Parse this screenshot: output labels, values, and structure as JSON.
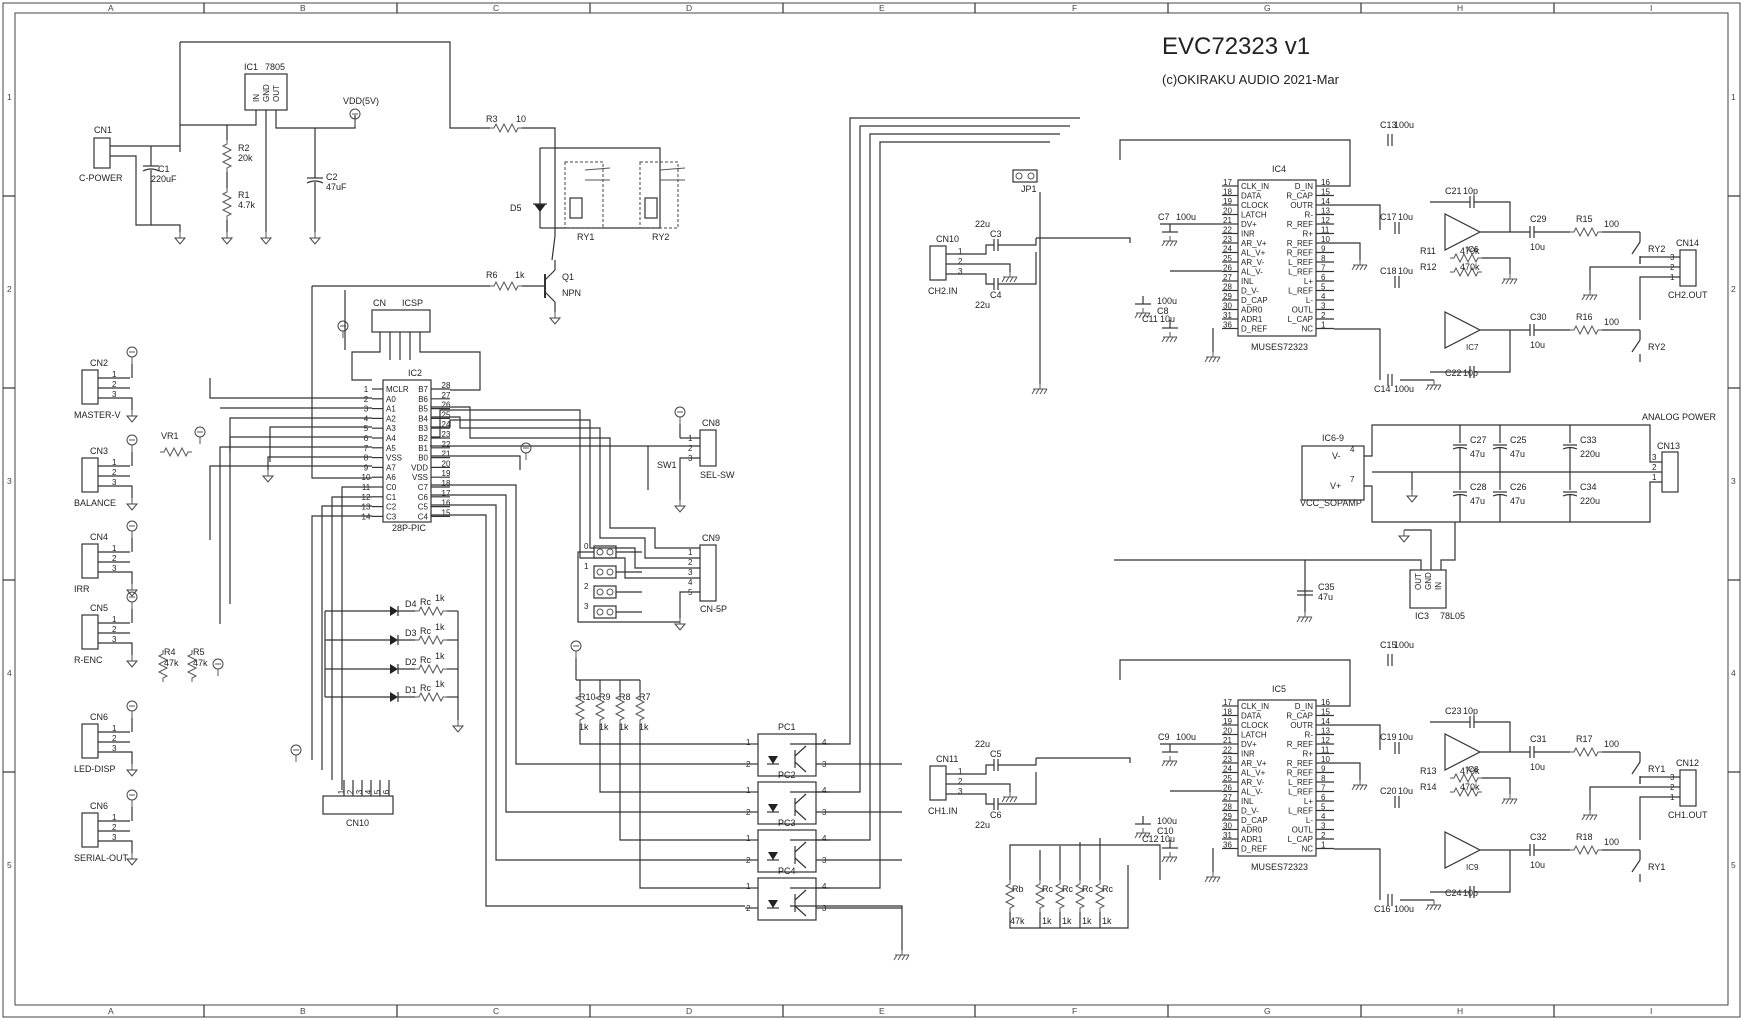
{
  "title": {
    "main": "EVC72323 v1",
    "sub": "(c)OKIRAKU AUDIO 2021-Mar"
  },
  "frame": {
    "cols": [
      "A",
      "B",
      "C",
      "D",
      "E",
      "F",
      "G",
      "H",
      "I"
    ],
    "rows": [
      "1",
      "2",
      "3",
      "4",
      "5"
    ]
  },
  "power": {
    "ic1_ref": "IC1",
    "ic1_val": "7805",
    "ic1_pins": [
      "IN",
      "GND",
      "OUT"
    ],
    "vdd_label": "VDD(5V)",
    "cn1_ref": "CN1",
    "cn1_name": "C-POWER",
    "c1_ref": "C1",
    "c1_val": "220uF",
    "c2_ref": "C2",
    "c2_val": "47uF",
    "r2_ref": "R2",
    "r2_val": "20k",
    "r1_ref": "R1",
    "r1_val": "4.7k",
    "r3_ref": "R3",
    "r3_val": "10"
  },
  "relay_driver": {
    "d5": "D5",
    "ry1": "RY1",
    "ry2": "RY2",
    "r6_ref": "R6",
    "r6_val": "1k",
    "q1_ref": "Q1",
    "q1_val": "NPN"
  },
  "mcu": {
    "icsp_cn": "CN",
    "icsp": "ICSP",
    "ref": "IC2",
    "package": "28P-PIC",
    "left_pins": [
      {
        "num": "1",
        "name": "MCLR"
      },
      {
        "num": "2",
        "name": "A0"
      },
      {
        "num": "3",
        "name": "A1"
      },
      {
        "num": "4",
        "name": "A2"
      },
      {
        "num": "5",
        "name": "A3"
      },
      {
        "num": "6",
        "name": "A4"
      },
      {
        "num": "7",
        "name": "A5"
      },
      {
        "num": "8",
        "name": "VSS"
      },
      {
        "num": "9",
        "name": "A7"
      },
      {
        "num": "10",
        "name": "A6"
      },
      {
        "num": "11",
        "name": "C0"
      },
      {
        "num": "12",
        "name": "C1"
      },
      {
        "num": "13",
        "name": "C2"
      },
      {
        "num": "14",
        "name": "C3"
      }
    ],
    "right_pins": [
      {
        "num": "28",
        "name": "B7"
      },
      {
        "num": "27",
        "name": "B6"
      },
      {
        "num": "26",
        "name": "B5"
      },
      {
        "num": "25",
        "name": "B4"
      },
      {
        "num": "24",
        "name": "B3"
      },
      {
        "num": "23",
        "name": "B2"
      },
      {
        "num": "22",
        "name": "B1"
      },
      {
        "num": "21",
        "name": "B0"
      },
      {
        "num": "20",
        "name": "VDD"
      },
      {
        "num": "19",
        "name": "VSS"
      },
      {
        "num": "18",
        "name": "C7"
      },
      {
        "num": "17",
        "name": "C6"
      },
      {
        "num": "16",
        "name": "C5"
      },
      {
        "num": "15",
        "name": "C4"
      }
    ]
  },
  "connectors_left": [
    {
      "ref": "CN2",
      "name": "MASTER-V",
      "pins": [
        "1",
        "2",
        "3"
      ]
    },
    {
      "ref": "CN3",
      "name": "BALANCE",
      "pins": [
        "1",
        "2",
        "3"
      ]
    },
    {
      "ref": "CN4",
      "name": "IRR",
      "pins": [
        "1",
        "2",
        "3"
      ]
    },
    {
      "ref": "CN5",
      "name": "R-ENC",
      "pins": [
        "1",
        "2",
        "3"
      ]
    },
    {
      "ref": "CN6",
      "name": "LED-DISP",
      "pins": [
        "1",
        "2",
        "3"
      ]
    },
    {
      "ref": "CN6",
      "name": "SERIAL-OUT",
      "pins": [
        "1",
        "2",
        "3"
      ]
    }
  ],
  "misc_left": {
    "vr1": "VR1",
    "r4_ref": "R4",
    "r4_val": "47k",
    "r5_ref": "R5",
    "r5_val": "47k",
    "cn10_ref": "CN10",
    "cn10_pins": [
      "1",
      "2",
      "3",
      "4",
      "5",
      "6"
    ]
  },
  "leds": [
    {
      "ref": "D4",
      "r": "Rc",
      "v": "1k"
    },
    {
      "ref": "D3",
      "r": "Rc",
      "v": "1k"
    },
    {
      "ref": "D2",
      "r": "Rc",
      "v": "1k"
    },
    {
      "ref": "D1",
      "r": "Rc",
      "v": "1k"
    }
  ],
  "selector": {
    "cn8_ref": "CN8",
    "cn8_name": "SEL-SW",
    "cn8_pins": [
      "1",
      "2",
      "3"
    ],
    "sw1": "SW1",
    "cn9_ref": "CN9",
    "cn9_name": "CN-5P",
    "cn9_pins": [
      "1",
      "2",
      "3",
      "4",
      "5"
    ],
    "jumpers": [
      "0",
      "1",
      "2",
      "3"
    ]
  },
  "optos": {
    "pull_ups": [
      {
        "ref": "R10",
        "val": "1k"
      },
      {
        "ref": "R9",
        "val": "1k"
      },
      {
        "ref": "R8",
        "val": "1k"
      },
      {
        "ref": "R7",
        "val": "1k"
      }
    ],
    "parts": [
      "PC1",
      "PC2",
      "PC3",
      "PC4"
    ],
    "pin_l": [
      "1",
      "2"
    ],
    "pin_r": [
      "4",
      "3"
    ]
  },
  "bottom_res": {
    "rb_ref": "Rb",
    "rb_val": "47k",
    "rc": [
      {
        "ref": "Rc",
        "val": "1k"
      },
      {
        "ref": "Rc",
        "val": "1k"
      },
      {
        "ref": "Rc",
        "val": "1k"
      },
      {
        "ref": "Rc",
        "val": "1k"
      }
    ]
  },
  "jp1": "JP1",
  "muses": {
    "name": "MUSES72323",
    "left_pins": [
      {
        "num": "17",
        "name": "CLK_IN"
      },
      {
        "num": "18",
        "name": "DATA"
      },
      {
        "num": "19",
        "name": "CLOCK"
      },
      {
        "num": "20",
        "name": "LATCH"
      },
      {
        "num": "21",
        "name": "DV+"
      },
      {
        "num": "22",
        "name": "INR"
      },
      {
        "num": "23",
        "name": "AR_V+"
      },
      {
        "num": "24",
        "name": "AL_V+"
      },
      {
        "num": "25",
        "name": "AR_V-"
      },
      {
        "num": "26",
        "name": "AL_V-"
      },
      {
        "num": "27",
        "name": "INL"
      },
      {
        "num": "28",
        "name": "D_V-"
      },
      {
        "num": "29",
        "name": "D_CAP"
      },
      {
        "num": "30",
        "name": "ADR0"
      },
      {
        "num": "31",
        "name": "ADR1"
      },
      {
        "num": "36",
        "name": "D_REF"
      }
    ],
    "right_pins": [
      {
        "num": "16",
        "name": "D_IN"
      },
      {
        "num": "15",
        "name": "R_CAP"
      },
      {
        "num": "14",
        "name": "OUTR"
      },
      {
        "num": "13",
        "name": "R-"
      },
      {
        "num": "12",
        "name": "R_REF"
      },
      {
        "num": "11",
        "name": "R+"
      },
      {
        "num": "10",
        "name": "R_REF"
      },
      {
        "num": "9",
        "name": "R_REF"
      },
      {
        "num": "8",
        "name": "L_REF"
      },
      {
        "num": "7",
        "name": "L_REF"
      },
      {
        "num": "6",
        "name": "L+"
      },
      {
        "num": "5",
        "name": "L_REF"
      },
      {
        "num": "4",
        "name": "L-"
      },
      {
        "num": "3",
        "name": "OUTL"
      },
      {
        "num": "2",
        "name": "L_CAP"
      },
      {
        "num": "1",
        "name": "NC"
      }
    ]
  },
  "ch_top": {
    "ic": "IC4",
    "in_cn": "CN10",
    "in_name": "CH2.IN",
    "in_pins": [
      "1",
      "2",
      "3"
    ],
    "c_in_a": "C3",
    "c_in_b": "C4",
    "c_in_val": "22u",
    "c13": "C13",
    "c13v": "100u",
    "c14": "C14",
    "c14v": "100u",
    "c7": "C7",
    "c7v": "100u",
    "c8": "C8",
    "c8v": "100u",
    "c11": "C11",
    "c11v": "10u",
    "c17": "C17",
    "c17v": "10u",
    "c18": "C18",
    "c18v": "10u",
    "c21": "C21",
    "c21v": "10p",
    "c22": "C22",
    "c22v": "10p",
    "r11": "R11",
    "r11v": "470k",
    "r12": "R12",
    "r12v": "470k",
    "opa": "IC6",
    "opb": "IC7",
    "c29": "C29",
    "c29v": "10u",
    "c30": "C30",
    "c30v": "10u",
    "r15": "R15",
    "r15v": "100",
    "r16": "R16",
    "r16v": "100",
    "rya": "RY2",
    "ryb": "RY2",
    "out_cn": "CN14",
    "out_name": "CH2.OUT",
    "out_pins": [
      "3",
      "2",
      "1"
    ]
  },
  "ch_bot": {
    "ic": "IC5",
    "in_cn": "CN11",
    "in_name": "CH1.IN",
    "in_pins": [
      "1",
      "2",
      "3"
    ],
    "c_in_a": "C5",
    "c_in_b": "C6",
    "c_in_val": "22u",
    "c13": "C15",
    "c13v": "100u",
    "c14": "C16",
    "c14v": "100u",
    "c7": "C9",
    "c7v": "100u",
    "c8": "C10",
    "c8v": "100u",
    "c11": "C12",
    "c11v": "10u",
    "c17": "C19",
    "c17v": "10u",
    "c18": "C20",
    "c18v": "10u",
    "c21": "C23",
    "c21v": "10p",
    "c22": "C24",
    "c22v": "10p",
    "r11": "R13",
    "r11v": "470k",
    "r12": "R14",
    "r12v": "470k",
    "opa": "IC8",
    "opb": "IC9",
    "c29": "C31",
    "c29v": "10u",
    "c30": "C32",
    "c30v": "10u",
    "r15": "R17",
    "r15v": "100",
    "r16": "R18",
    "r16v": "100",
    "rya": "RY1",
    "ryb": "RY1",
    "out_cn": "CN12",
    "out_name": "CH1.OUT",
    "out_pins": [
      "3",
      "2",
      "1"
    ]
  },
  "analog_power": {
    "title": "ANALOG POWER",
    "ic69": "IC6-9",
    "vminus": "V-",
    "vplus": "V+",
    "pin4": "4",
    "pin7": "7",
    "vcc_label": "VCC_SOPAMP",
    "caps": [
      {
        "ref": "C27",
        "val": "47u"
      },
      {
        "ref": "C25",
        "val": "47u"
      },
      {
        "ref": "C33",
        "val": "220u"
      },
      {
        "ref": "C28",
        "val": "47u"
      },
      {
        "ref": "C26",
        "val": "47u"
      },
      {
        "ref": "C34",
        "val": "220u"
      }
    ],
    "cn13": "CN13",
    "cn13_pins": [
      "3",
      "2",
      "1"
    ],
    "ic3": "IC3",
    "ic3_val": "78L05",
    "ic3_pins": [
      "OUT",
      "GND",
      "IN"
    ],
    "c35": "C35",
    "c35v": "47u"
  }
}
